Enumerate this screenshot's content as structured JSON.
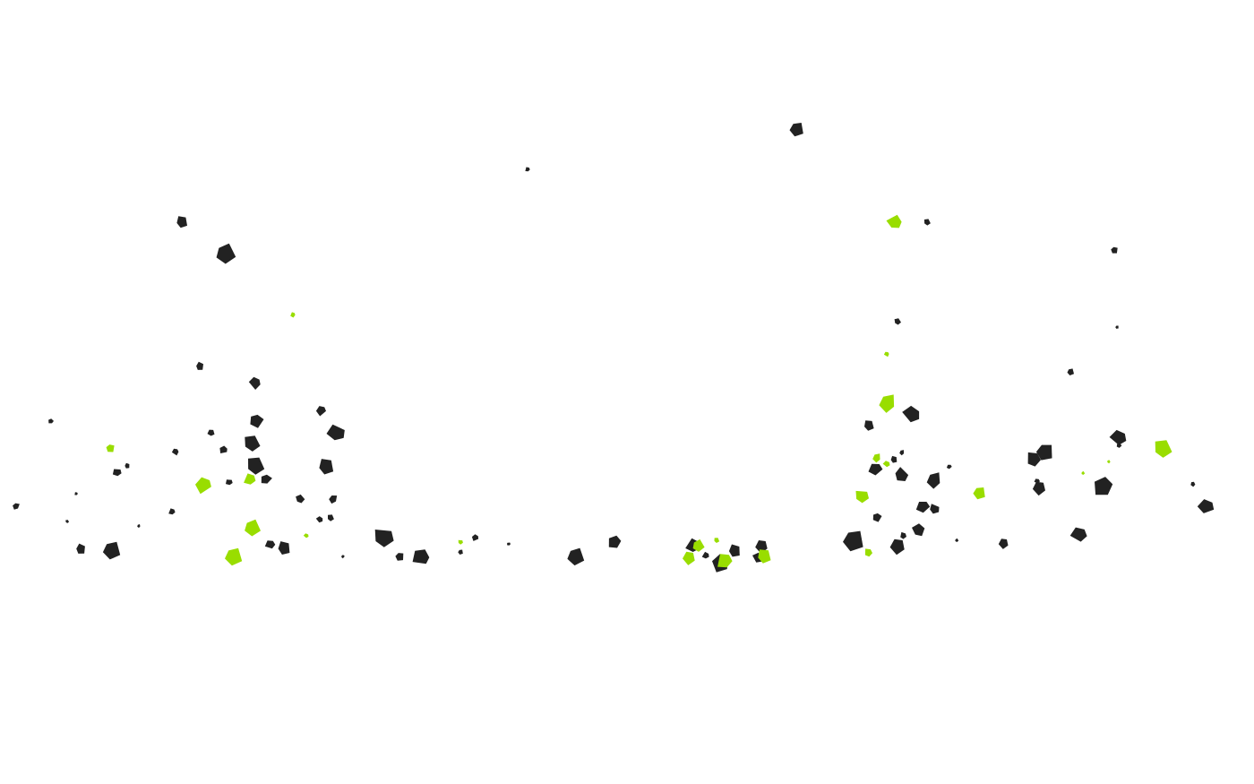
{
  "scene": {
    "background": "#ffffff",
    "particle_colors": {
      "dark": "#222222",
      "lime": "#99dd00"
    },
    "particle_shape": "irregular-pentagon",
    "dark_particle_count": 118,
    "lime_particle_count": 24
  }
}
